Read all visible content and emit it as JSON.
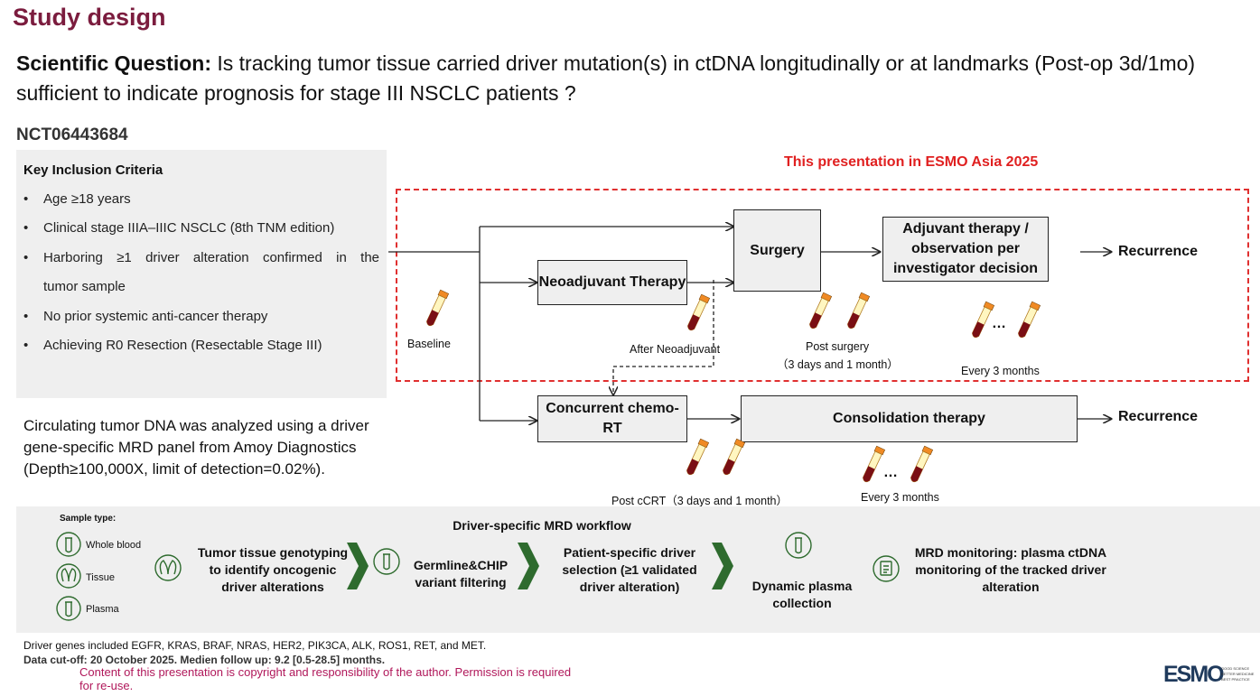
{
  "header": {
    "title": "Study design",
    "question_label": "Scientific Question:",
    "question_text": " Is tracking tumor tissue carried driver mutation(s) in ctDNA longitudinally or at landmarks (Post-op 3d/1mo) sufficient to indicate prognosis for stage III NSCLC patients ?",
    "trial_id": "NCT06443684"
  },
  "criteria": {
    "title": "Key Inclusion Criteria",
    "items": [
      "Age ≥18 years",
      "Clinical stage IIIA–IIIC NSCLC (8th TNM edition)",
      "Harboring ≥1 driver alteration confirmed in the",
      "tumor sample",
      "No prior systemic anti-cancer therapy",
      "Achieving R0 Resection (Resectable Stage III)"
    ]
  },
  "ctdna_text": "Circulating tumor DNA was analyzed using a driver gene-specific MRD panel from Amoy Diagnostics (Depth≥100,000X, limit of detection=0.02%).",
  "diagram": {
    "esmo_note": "This presentation in ESMO Asia 2025",
    "neoadjuvant": "Neoadjuvant Therapy",
    "surgery": "Surgery",
    "adjuvant": "Adjuvant therapy / observation per investigator decision",
    "recurrence_top": "Recurrence",
    "chemo_rt": "Concurrent chemo-RT",
    "consolidation": "Consolidation therapy",
    "recurrence_bottom": "Recurrence",
    "baseline": "Baseline",
    "after_neo": "After  Neoadjuvant",
    "post_surgery_1": "Post surgery",
    "post_surgery_2": "（3 days and 1 month）",
    "every3_top": "Every 3 months",
    "post_ccrt": "Post cCRT（3 days and 1 month）",
    "every3_bottom": "Every 3 months",
    "ellipsis": "…"
  },
  "workflow": {
    "title": "Driver-specific MRD workflow",
    "sample_type": "Sample type:",
    "whole_blood": "Whole blood",
    "tissue": "Tissue",
    "plasma": "Plasma",
    "step1": "Tumor tissue genotyping to identify oncogenic driver alterations",
    "step2": "Germline&CHIP variant filtering",
    "step3": "Patient-specific driver selection (≥1 validated driver alteration)",
    "step4": "Dynamic plasma collection",
    "step5": "MRD monitoring: plasma ctDNA monitoring of the tracked driver alteration"
  },
  "footer": {
    "genes": "Driver genes included EGFR, KRAS, BRAF, NRAS, HER2, PIK3CA, ALK, ROS1, RET, and MET.",
    "cutoff": "Data cut-off: 20 October 2025. Medien follow up: 9.2 [0.5-28.5] months.",
    "copyright": "Content of this presentation is copyright and responsibility of the author. Permission is required for re-use.",
    "logo": "ESMO",
    "logo_tagline": "GOOD SCIENCE BETTER MEDICINE BEST PRACTICE"
  },
  "colors": {
    "title": "#7b1c3e",
    "esmo_note": "#e02020",
    "tube_cap": "#f08a24",
    "tube_blood": "#7a0f14",
    "workflow_icon": "#2e6b2e",
    "chevron": "#2e6b2e"
  }
}
